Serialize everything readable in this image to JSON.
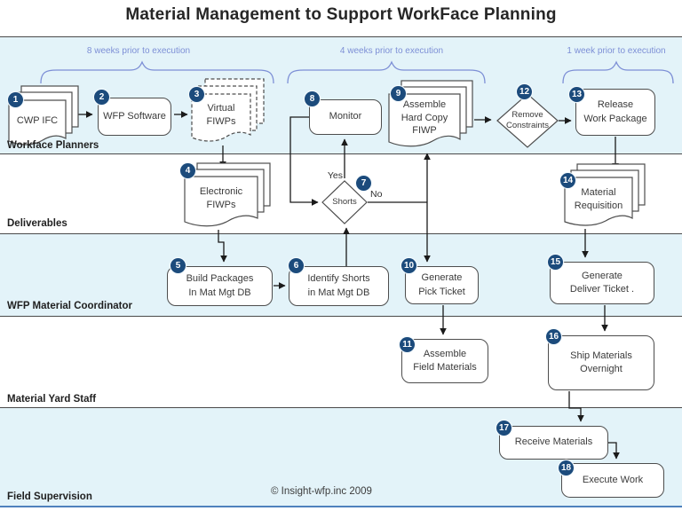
{
  "title": "Material Management to Support WorkFace Planning",
  "footer": {
    "copyright": "© Insight-wfp.inc 2009"
  },
  "timeline": [
    {
      "label": "8 weeks prior to execution"
    },
    {
      "label": "4 weeks prior to execution"
    },
    {
      "label": "1 week prior to execution"
    }
  ],
  "lanes": [
    {
      "label": "Workface Planners"
    },
    {
      "label": "Deliverables"
    },
    {
      "label": "WFP Material Coordinator"
    },
    {
      "label": "Material Yard Staff"
    },
    {
      "label": "Field Supervision"
    }
  ],
  "decision_labels": {
    "yes": "Yes",
    "no": "No"
  },
  "nodes": [
    {
      "id": "1",
      "label": "CWP IFC",
      "shape": "document-stack"
    },
    {
      "id": "2",
      "label": "WFP Software",
      "shape": "rounded-rectangle"
    },
    {
      "id": "3",
      "label": "Virtual\nFIWPs",
      "shape": "document-stack-dashed"
    },
    {
      "id": "4",
      "label": "Electronic\nFIWPs",
      "shape": "document-stack"
    },
    {
      "id": "5",
      "label": "Build Packages\nIn Mat Mgt DB",
      "shape": "rounded-rectangle"
    },
    {
      "id": "6",
      "label": "Identify Shorts\nin Mat Mgt DB",
      "shape": "rounded-rectangle"
    },
    {
      "id": "7",
      "label": "Shorts",
      "shape": "decision-diamond"
    },
    {
      "id": "8",
      "label": "Monitor",
      "shape": "rounded-rectangle"
    },
    {
      "id": "9",
      "label": "Assemble\nHard Copy\nFIWP",
      "shape": "document-stack"
    },
    {
      "id": "10",
      "label": "Generate\nPick Ticket",
      "shape": "rounded-rectangle"
    },
    {
      "id": "11",
      "label": "Assemble\nField Materials",
      "shape": "rounded-rectangle"
    },
    {
      "id": "12",
      "label": "Remove\nConstraints",
      "shape": "decision-diamond"
    },
    {
      "id": "13",
      "label": "Release\nWork Package",
      "shape": "rounded-rectangle"
    },
    {
      "id": "14",
      "label": "Material\nRequisition",
      "shape": "document-stack"
    },
    {
      "id": "15",
      "label": "Generate\nDeliver Ticket .",
      "shape": "rounded-rectangle"
    },
    {
      "id": "16",
      "label": "Ship Materials\nOvernight",
      "shape": "rounded-rectangle"
    },
    {
      "id": "17",
      "label": "Receive Materials",
      "shape": "rounded-rectangle"
    },
    {
      "id": "18",
      "label": "Execute Work",
      "shape": "rounded-rectangle"
    }
  ],
  "colors": {
    "lane_tint": "#e3f3f9",
    "badge_navy": "#1c4b7c",
    "timeline_blue": "#7d8fd6",
    "bottom_rule_blue": "#4f81bd",
    "shape_border": "#4d4d4d",
    "connector_black": "#1a1a1a"
  }
}
